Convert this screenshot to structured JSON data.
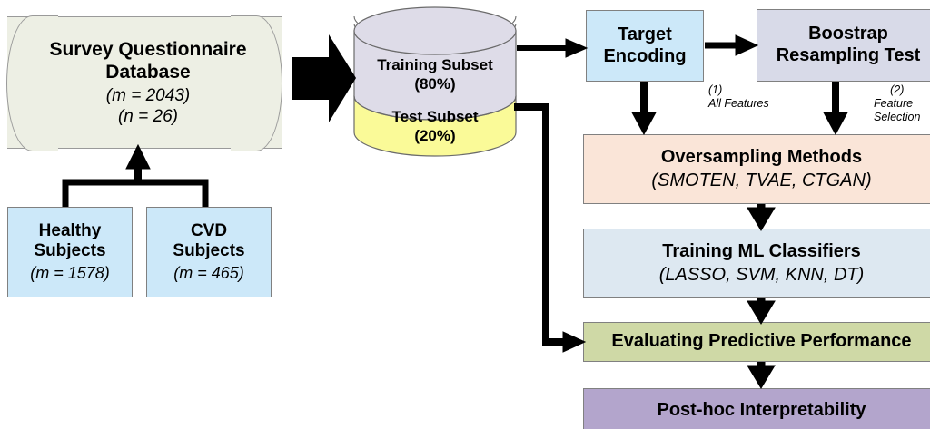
{
  "diagram": {
    "title": "CVD prediction machine-learning pipeline flowchart",
    "nodes": {
      "survey_db": {
        "line1": "Survey Questionnaire",
        "line2": "Database",
        "line3": "(m = 2043)",
        "line4": "(n = 26)",
        "fill": "#EDEFE4"
      },
      "healthy": {
        "line1": "Healthy",
        "line2": "Subjects",
        "line3": "(m = 1578)",
        "fill": "#CCE8F9"
      },
      "cvd": {
        "line1": "CVD",
        "line2": "Subjects",
        "line3": "(m = 465)",
        "fill": "#CCE8F9"
      },
      "training_subset": {
        "line1": "Training Subset",
        "line2": "(80%)",
        "fill": "#DEDCE8"
      },
      "test_subset": {
        "line1": "Test Subset",
        "line2": "(20%)",
        "fill": "#FAFA98"
      },
      "target_encoding": {
        "line1": "Target",
        "line2": "Encoding",
        "fill": "#CCE8F9"
      },
      "bootstrap": {
        "line1": "Boostrap",
        "line2": "Resampling Test",
        "fill": "#D8DAE8"
      },
      "oversampling": {
        "line1": "Oversampling Methods",
        "line2": "(SMOTEN, TVAE, CTGAN)",
        "fill": "#FAE5D8"
      },
      "training_ml": {
        "line1": "Training ML Classifiers",
        "line2": "(LASSO, SVM, KNN, DT)",
        "fill": "#DDE8F1"
      },
      "evaluating": {
        "line1": "Evaluating Predictive Performance",
        "fill": "#CFD9A6"
      },
      "posthoc": {
        "line1": "Post-hoc Interpretability",
        "fill": "#B3A5CC"
      }
    },
    "annotations": {
      "note1_num": "(1)",
      "note1_text": "All Features",
      "note2_num": "(2)",
      "note2_line1": "Feature",
      "note2_line2": "Selection"
    },
    "colors": {
      "stroke": "#000000",
      "node_border": "#808080",
      "background": "#FFFFFF"
    }
  }
}
